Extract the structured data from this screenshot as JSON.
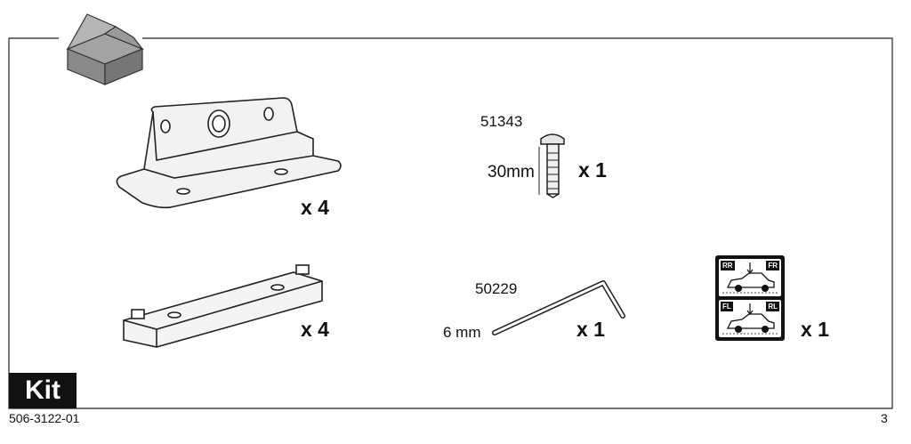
{
  "kit": {
    "badge_label": "Kit",
    "doc_number": "506-3122-01",
    "page_number": "3"
  },
  "parts": {
    "bracket": {
      "quantity": "x 4",
      "icon": "mounting-bracket-icon"
    },
    "pad": {
      "quantity": "x 4",
      "icon": "rubber-pad-icon"
    },
    "bolt": {
      "part_number": "51343",
      "dimension": "30mm",
      "quantity": "x 1",
      "icon": "bolt-icon"
    },
    "allen_key": {
      "part_number": "50229",
      "dimension": "6 mm",
      "quantity": "x 1",
      "icon": "allen-key-icon"
    },
    "position_label": {
      "quantity": "x 1",
      "icon": "position-sticker-icon",
      "tags": {
        "rear_right": "RR",
        "front_right": "FR",
        "front_left": "FL",
        "rear_left": "RL"
      }
    }
  },
  "colors": {
    "ink": "#111111",
    "paper": "#ffffff",
    "box": "#8e8e8e"
  }
}
